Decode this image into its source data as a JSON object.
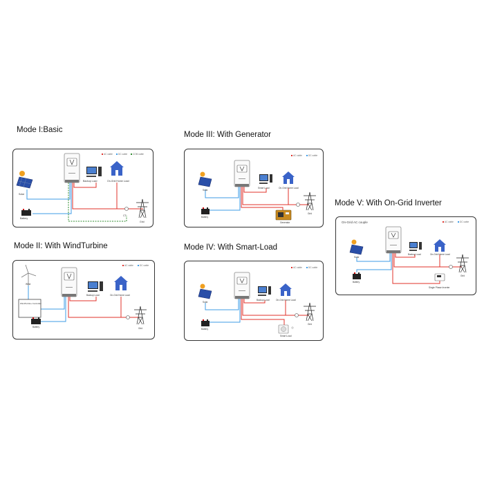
{
  "legend": {
    "ac_cable": "AC cable",
    "dc_cable": "DC cable",
    "com_cable": "COM cable"
  },
  "colors": {
    "ac": "#e0302a",
    "dc": "#3d9be6",
    "com": "#2e8b2e",
    "panel_border": "#333333",
    "house": "#3a63c8"
  },
  "modes": {
    "mode1": {
      "title": "Mode I:Basic",
      "labels": {
        "solar": "Solar",
        "battery": "Battery",
        "backup": "Backup Load",
        "home": "On-Grid Home Load",
        "grid": "Grid",
        "ct": "CT"
      }
    },
    "mode2": {
      "title": "Mode II: With WindTurbine",
      "labels": {
        "wind": "Wind",
        "controller": "WindTurbine Controller",
        "battery": "Battery",
        "backup": "Backup Load",
        "home": "On-Grid Home Load",
        "grid": "Grid"
      }
    },
    "mode3": {
      "title": "Mode III: With Generator",
      "labels": {
        "solar": "Solar",
        "battery": "Battery",
        "backup": "Smart Load",
        "home": "On-Grid Home Load",
        "grid": "Grid",
        "generator": "Generator"
      }
    },
    "mode4": {
      "title": "Mode IV: With Smart-Load",
      "labels": {
        "solar": "Solar",
        "battery": "Battery",
        "backup": "Backup Load",
        "home": "On-Grid Home Load",
        "grid": "Grid",
        "smart": "Smart Load"
      }
    },
    "mode5": {
      "title": "Mode V: With On-Grid Inverter",
      "subtitle": "On-Grid AC couple",
      "labels": {
        "solar": "Solar",
        "battery": "Battery",
        "backup": "Backup Load",
        "home": "On-Grid Home Load",
        "grid": "Grid",
        "ongrid": "Single Phase Inverter"
      }
    }
  }
}
